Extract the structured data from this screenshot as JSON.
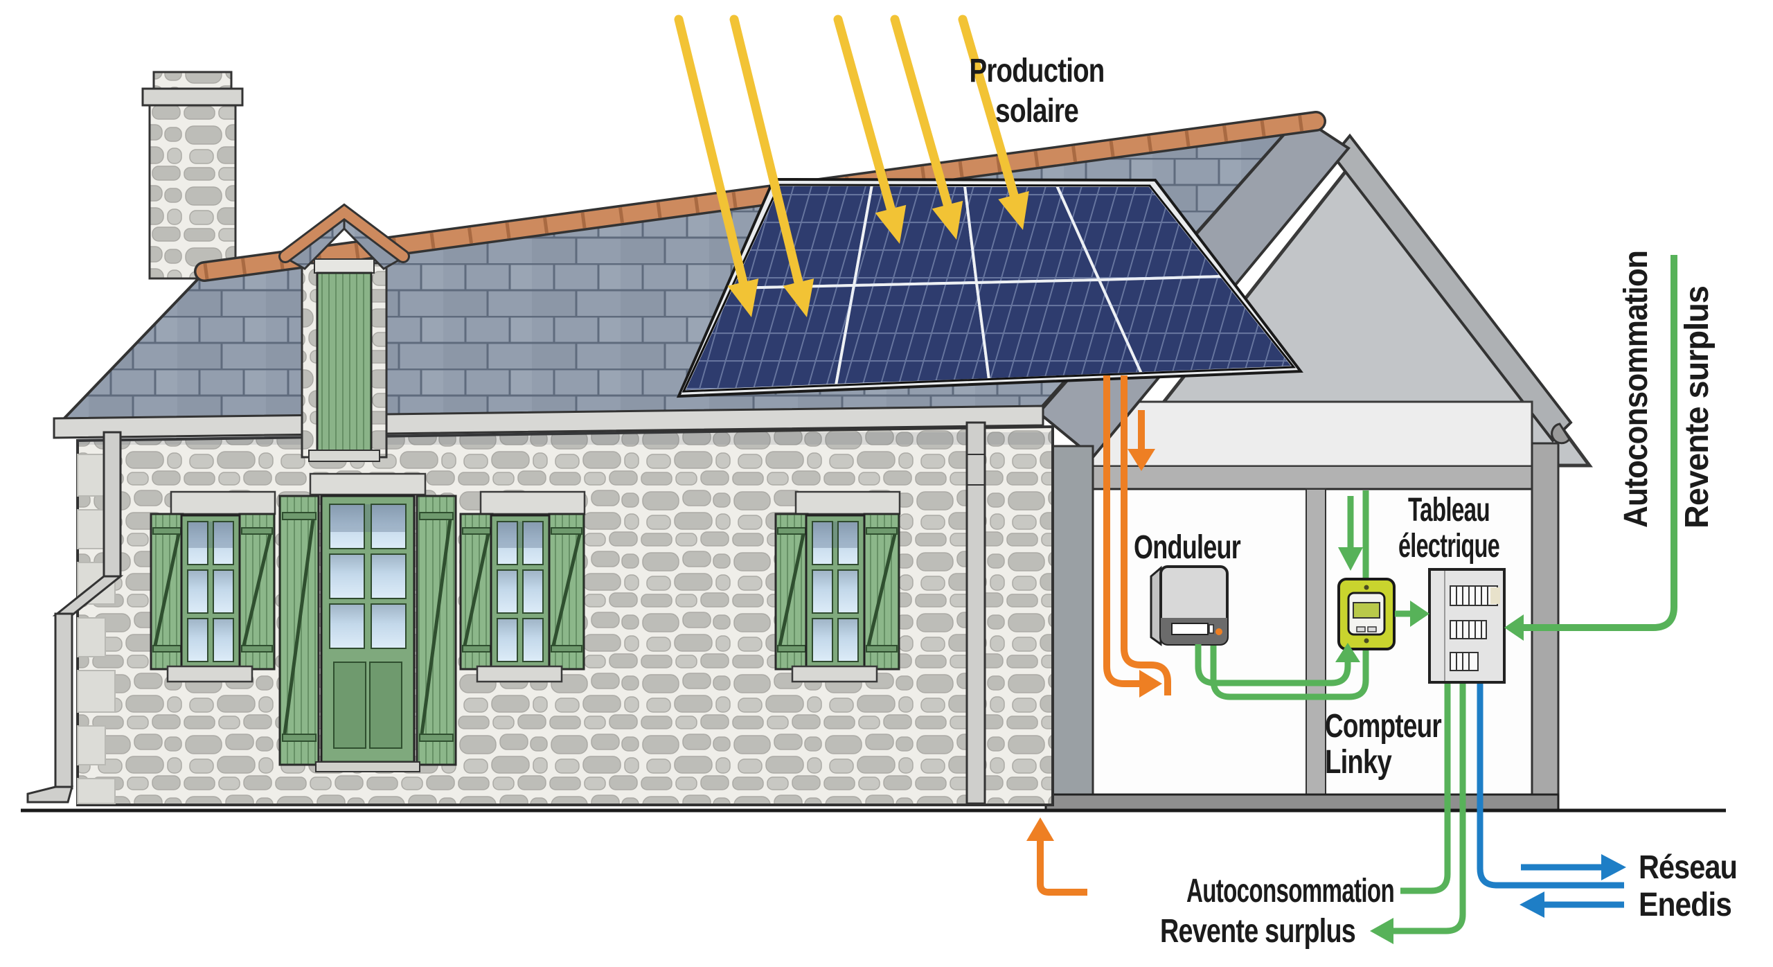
{
  "figure": {
    "type": "diagram",
    "subject": "Installation solaire en autoconsommation avec revente de surplus"
  },
  "labels": {
    "production": {
      "line1": "Production",
      "line2": "solaire"
    },
    "inverter": "Onduleur",
    "meter": {
      "line1": "Compteur",
      "line2": "Linky"
    },
    "board": {
      "line1": "Tableau",
      "line2": "électrique"
    },
    "side_flow": {
      "line1": "Autoconsommation",
      "line2": "Revente surplus"
    },
    "bottom_flow": {
      "self": "Autoconsommation",
      "surplus": "Revente surplus"
    },
    "grid": {
      "line1": "Réseau",
      "line2": "Enedis"
    }
  },
  "flows": [
    {
      "name": "production-solaire",
      "color_ref": "ray"
    },
    {
      "name": "courant-continu-panneaux-onduleur",
      "color_ref": "dc"
    },
    {
      "name": "courant-alternatif-autoconsommation-revente",
      "color_ref": "ac"
    },
    {
      "name": "reseau-enedis-import-export",
      "color_ref": "grid"
    }
  ],
  "colors": {
    "ray": "#f2c335",
    "dc": "#ee7f23",
    "ac": "#57b259",
    "grid": "#1e7ec6",
    "linky": "#c9d42e",
    "ink": "#1b1b1b"
  }
}
